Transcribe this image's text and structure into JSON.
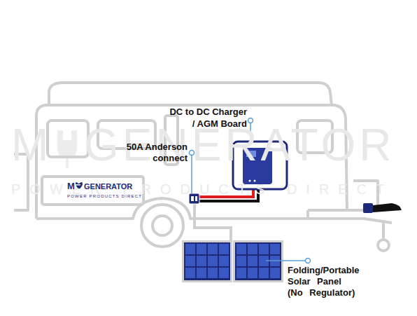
{
  "diagram": {
    "labels": [
      "M",
      "GENERATOR",
      "POWER PRODUCTS DIRECT",
      "M",
      "GENERATOR",
      "POWER PRODUCTS DIRECT",
      "DC to DC Charger / AGM Board",
      "50A Anderson connect",
      "Folding/Portable Solar Panel (No Regulator)"
    ]
  }
}
